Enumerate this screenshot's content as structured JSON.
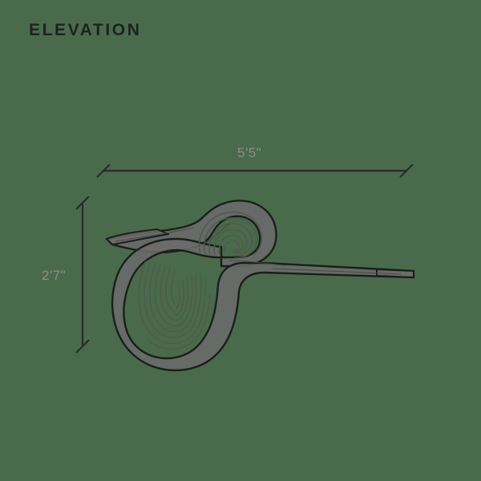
{
  "page": {
    "title": "ELEVATION",
    "background_color": "#4a6b4b",
    "title_color": "#1d2220",
    "dimension_label_color": "#8c8c8c",
    "dimension_line_color": "#272c29",
    "object_stroke_color": "#1a1f1c",
    "object_fill_color": "#6b6b6b",
    "object_contour_color": "#5a5f58"
  },
  "dimensions": {
    "width": {
      "label": "5'5\"",
      "orientation": "horizontal",
      "endcap_style": "architectural-tick"
    },
    "height": {
      "label": "2'7\"",
      "orientation": "vertical",
      "endcap_style": "architectural-tick"
    }
  },
  "drawing": {
    "view": "elevation",
    "subject": "curved-ribbon-form",
    "description": "S-curved ribbon sculpture in side elevation with coiled upper lobe, coiled lower lobe, a tapering left arm and a long tapering right arm"
  }
}
